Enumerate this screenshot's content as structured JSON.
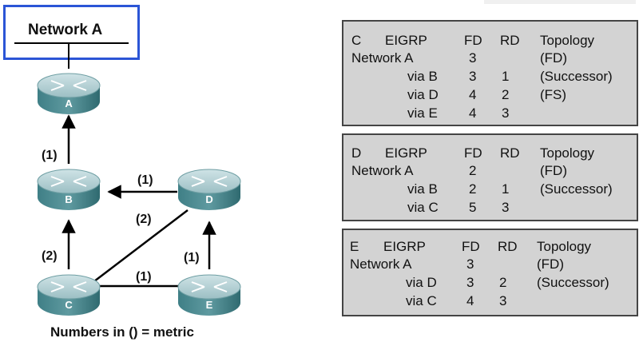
{
  "network": {
    "label": "Network A"
  },
  "routers": [
    {
      "id": "A",
      "letter": "A"
    },
    {
      "id": "B",
      "letter": "B"
    },
    {
      "id": "C",
      "letter": "C"
    },
    {
      "id": "D",
      "letter": "D"
    },
    {
      "id": "E",
      "letter": "E"
    }
  ],
  "metrics": {
    "b_a": "(1)",
    "d_b": "(1)",
    "c_d": "(2)",
    "c_b": "(2)",
    "e_d": "(1)",
    "c_e": "(1)"
  },
  "caption": "Numbers in () = metric",
  "tables": [
    {
      "router": "C",
      "headers": {
        "protocol": "EIGRP",
        "fd": "FD",
        "rd": "RD",
        "topology": "Topology"
      },
      "network": {
        "name": "Network A",
        "fd": "3",
        "topology": "(FD)"
      },
      "routes": [
        {
          "via": "via B",
          "fd": "3",
          "rd": "1",
          "topology": "(Successor)"
        },
        {
          "via": "via D",
          "fd": "4",
          "rd": "2",
          "topology": "(FS)"
        },
        {
          "via": "via E",
          "fd": "4",
          "rd": "3",
          "topology": ""
        }
      ]
    },
    {
      "router": "D",
      "headers": {
        "protocol": "EIGRP",
        "fd": "FD",
        "rd": "RD",
        "topology": "Topology"
      },
      "network": {
        "name": "Network A",
        "fd": "2",
        "topology": "(FD)"
      },
      "routes": [
        {
          "via": "via B",
          "fd": "2",
          "rd": "1",
          "topology": "(Successor)"
        },
        {
          "via": "via C",
          "fd": "5",
          "rd": "3",
          "topology": ""
        }
      ]
    },
    {
      "router": "E",
      "headers": {
        "protocol": "EIGRP",
        "fd": "FD",
        "rd": "RD",
        "topology": "Topology"
      },
      "network": {
        "name": "Network A",
        "fd": "3",
        "topology": "(FD)"
      },
      "routes": [
        {
          "via": "via D",
          "fd": "3",
          "rd": "2",
          "topology": "(Successor)"
        },
        {
          "via": "via C",
          "fd": "4",
          "rd": "3",
          "topology": ""
        }
      ]
    }
  ]
}
